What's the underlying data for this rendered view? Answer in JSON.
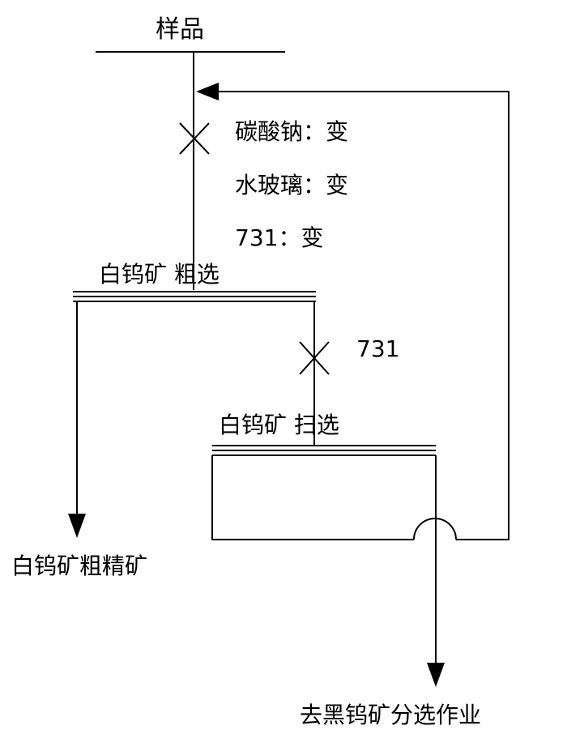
{
  "nodes": {
    "sample": {
      "label": "样品"
    },
    "rougher": {
      "label": "白钨矿  粗选"
    },
    "scavenger": {
      "label": "白钨矿  扫选"
    },
    "rough_concentrate": {
      "label": "白钨矿粗精矿"
    },
    "tailings_out": {
      "label": "去黑钨矿分选作业"
    }
  },
  "reagents": {
    "stage1": [
      "碳酸钠：变",
      "水玻璃：变",
      "731：变"
    ],
    "stage2": [
      "731"
    ]
  }
}
